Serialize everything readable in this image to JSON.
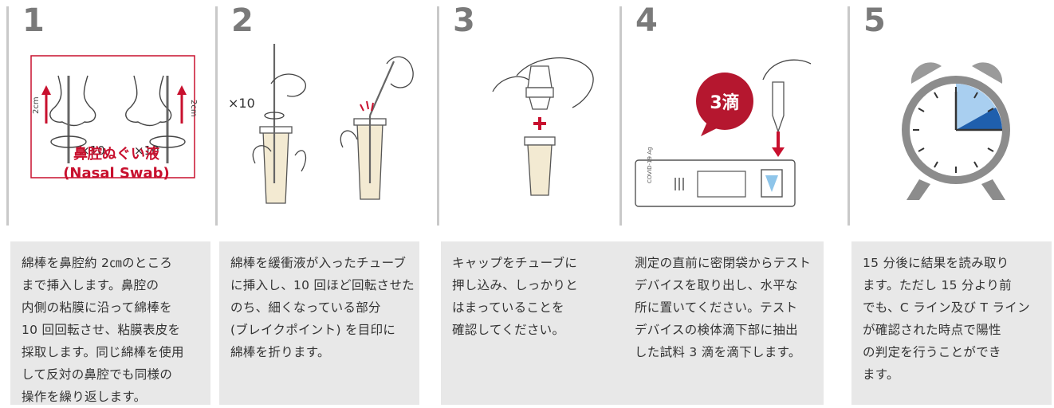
{
  "steps": [
    {
      "number": "1",
      "times": "×10",
      "length": "2cm",
      "label_line1": "鼻腔ぬぐい液",
      "label_line2": "(Nasal Swab)",
      "description": [
        "綿棒を鼻腔約 2㎝のところ",
        "まで挿入します。鼻腔の",
        "内側の粘膜に沿って綿棒を",
        "10 回回転させ、粘膜表皮を",
        "採取します。同じ綿棒を使用",
        "して反対の鼻腔でも同様の",
        "操作を繰り返します。"
      ]
    },
    {
      "number": "2",
      "times": "×10",
      "description": [
        "綿棒を緩衝液が入ったチューブ",
        "に挿入し、10 回ほど回転させた",
        "のち、細くなっている部分",
        "(ブレイクポイント) を目印に",
        "綿棒を折ります。"
      ]
    },
    {
      "number": "3",
      "description": [
        "キャップをチューブに",
        "押し込み、しっかりと",
        "はまっていることを",
        "確認してください。"
      ]
    },
    {
      "number": "4",
      "drops": "3滴",
      "device_text": "COVID-19 Ag",
      "description": [
        "測定の直前に密閉袋からテスト",
        "デバイスを取り出し、水平な",
        "所に置いてください。テスト",
        "デバイスの検体滴下部に抽出",
        "した試料 3 滴を滴下します。"
      ]
    },
    {
      "number": "5",
      "description": [
        "15 分後に結果を読み取り",
        "ます。ただし 15 分より前",
        "でも、C ライン及び T ライン",
        "が確認された時点で陽性",
        "の判定を行うことができ",
        "ます。"
      ]
    }
  ],
  "colors": {
    "accent": "#c8102e",
    "clock_blue": "#1f5fad",
    "clock_light": "#a9cff0",
    "gray": "#8c8c8c"
  }
}
